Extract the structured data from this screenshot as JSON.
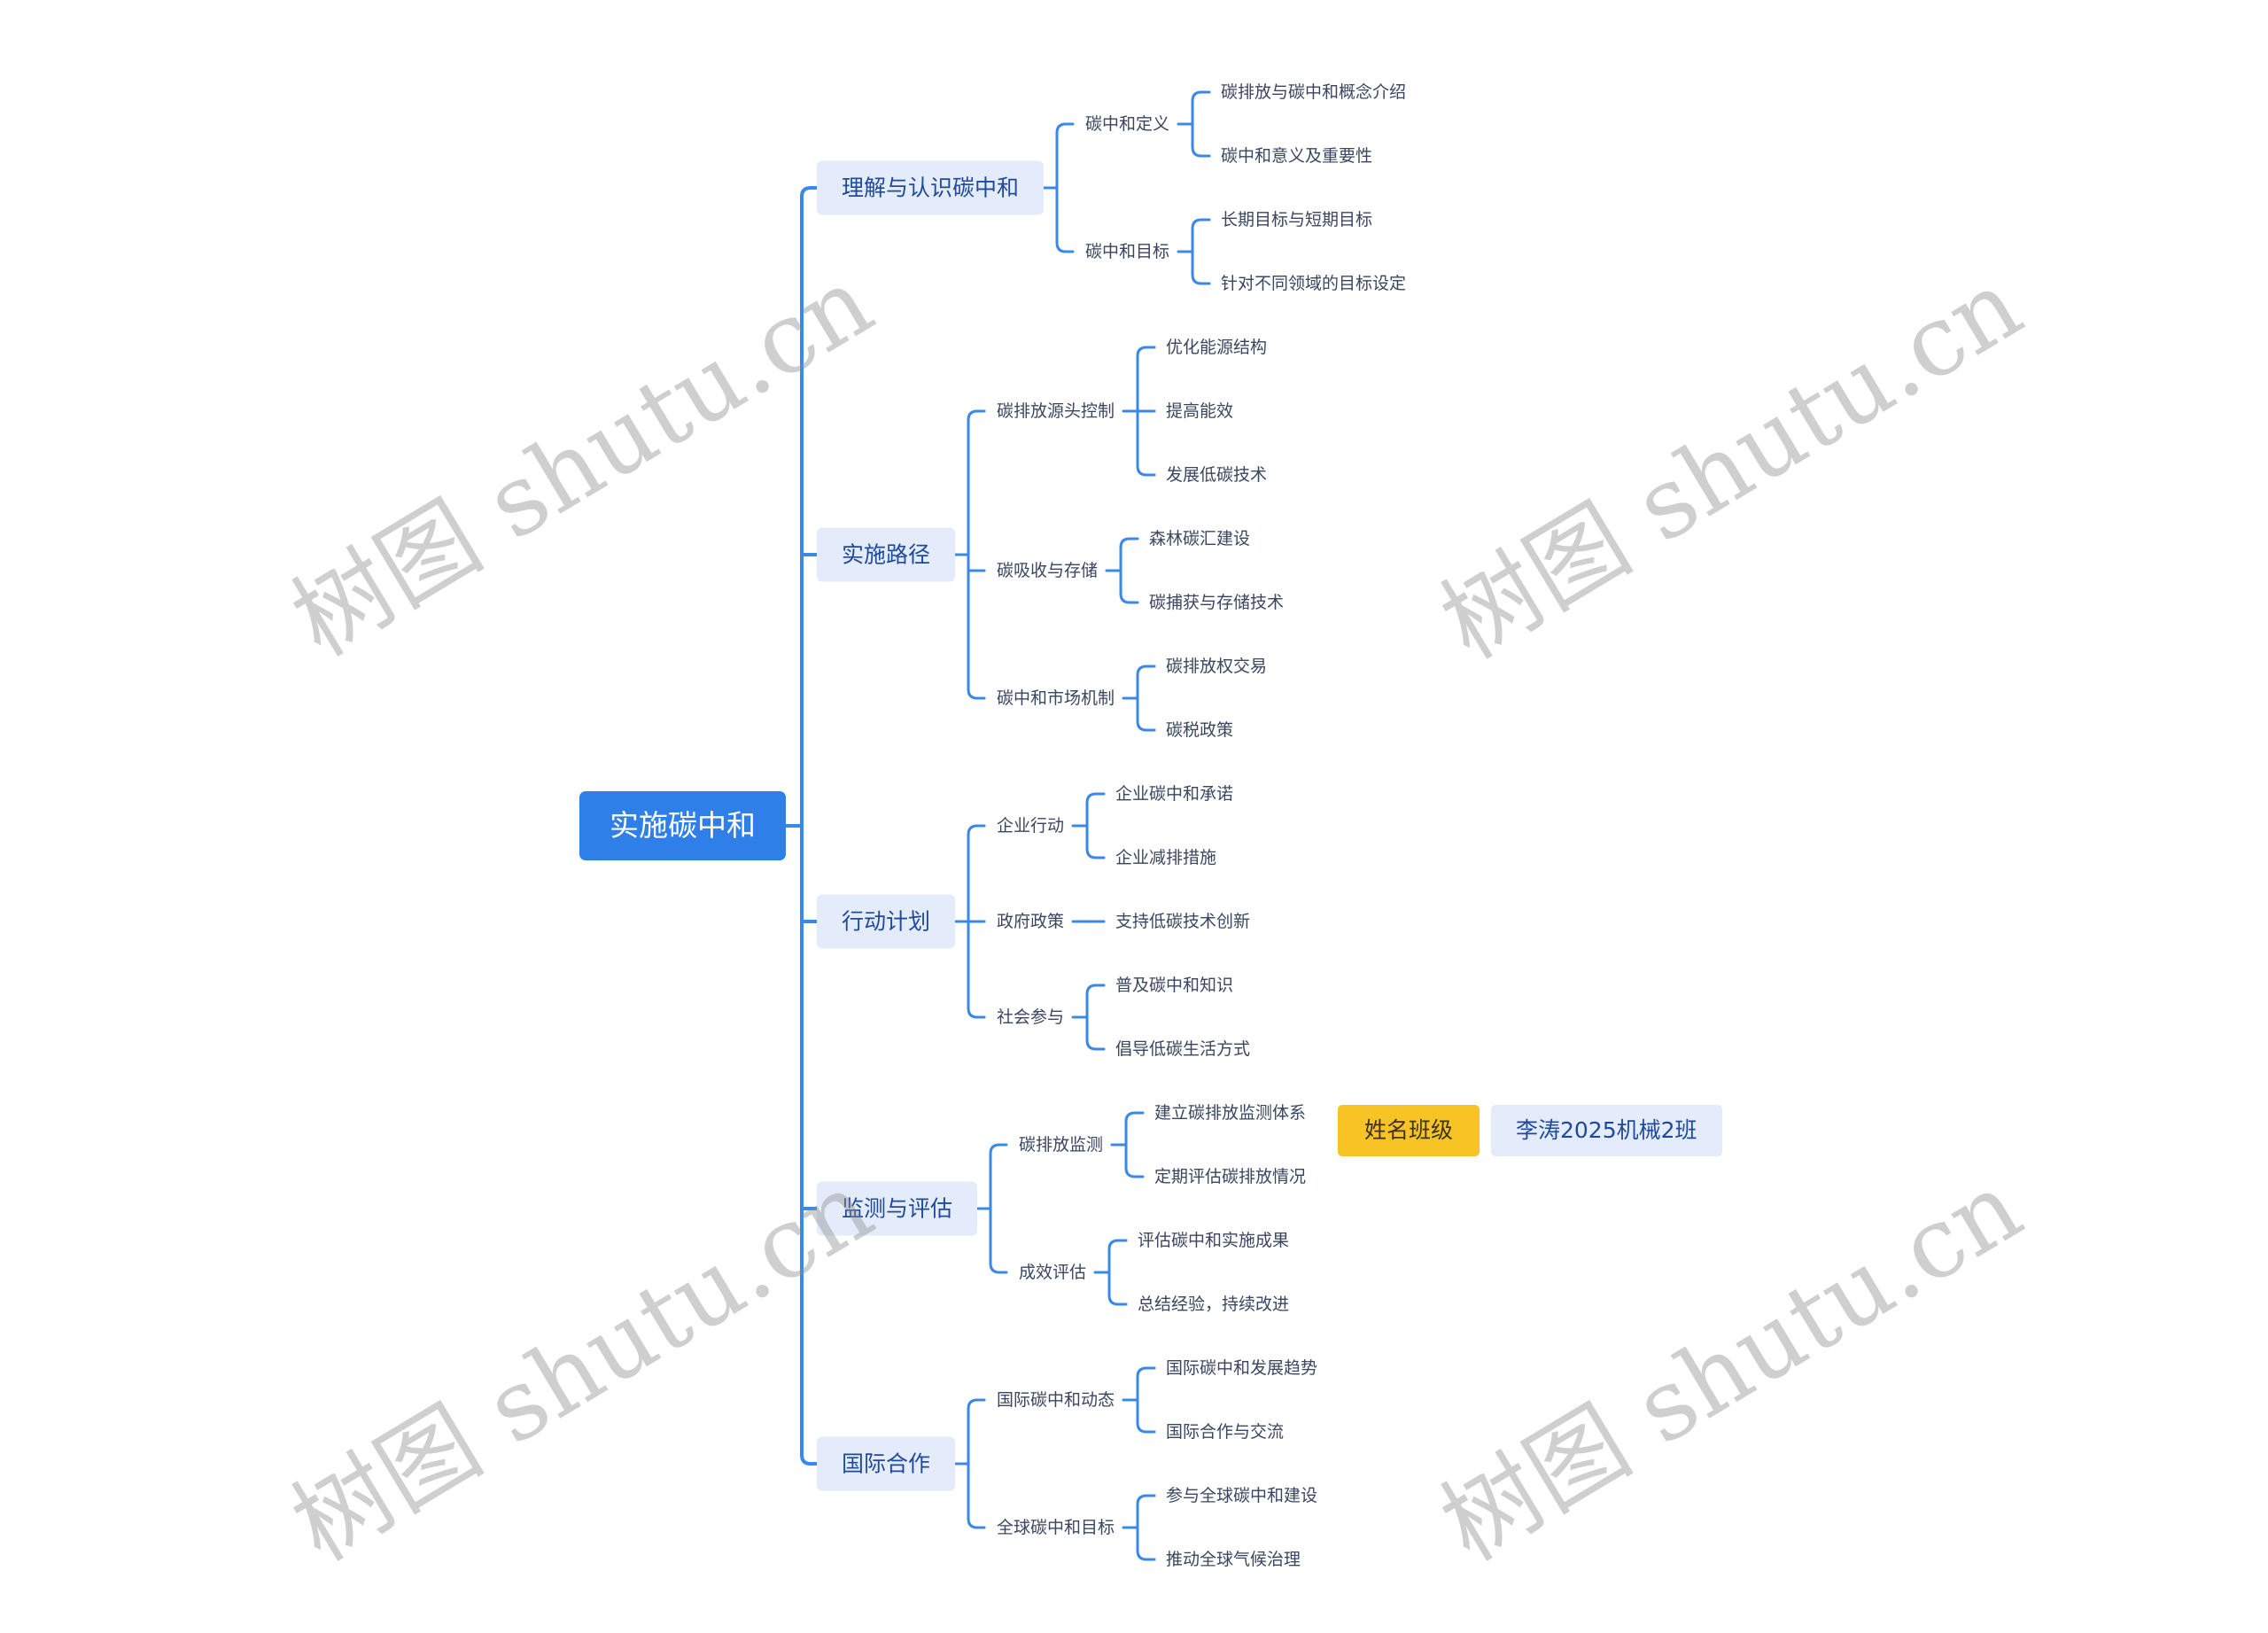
{
  "root": {
    "label": "实施碳中和"
  },
  "branches": [
    {
      "label": "理解与认识碳中和",
      "children": [
        {
          "label": "碳中和定义",
          "children": [
            "碳排放与碳中和概念介绍",
            "碳中和意义及重要性"
          ]
        },
        {
          "label": "碳中和目标",
          "children": [
            "长期目标与短期目标",
            "针对不同领域的目标设定"
          ]
        }
      ]
    },
    {
      "label": "实施路径",
      "children": [
        {
          "label": "碳排放源头控制",
          "children": [
            "优化能源结构",
            "提高能效",
            "发展低碳技术"
          ]
        },
        {
          "label": "碳吸收与存储",
          "children": [
            "森林碳汇建设",
            "碳捕获与存储技术"
          ]
        },
        {
          "label": "碳中和市场机制",
          "children": [
            "碳排放权交易",
            "碳税政策"
          ]
        }
      ]
    },
    {
      "label": "行动计划",
      "children": [
        {
          "label": "企业行动",
          "children": [
            "企业碳中和承诺",
            "企业减排措施"
          ]
        },
        {
          "label": "政府政策",
          "children": [
            "支持低碳技术创新"
          ]
        },
        {
          "label": "社会参与",
          "children": [
            "普及碳中和知识",
            "倡导低碳生活方式"
          ]
        }
      ]
    },
    {
      "label": "监测与评估",
      "children": [
        {
          "label": "碳排放监测",
          "children": [
            "建立碳排放监测体系",
            "定期评估碳排放情况"
          ]
        },
        {
          "label": "成效评估",
          "children": [
            "评估碳中和实施成果",
            "总结经验，持续改进"
          ]
        }
      ]
    },
    {
      "label": "国际合作",
      "children": [
        {
          "label": "国际碳中和动态",
          "children": [
            "国际碳中和发展趋势",
            "国际合作与交流"
          ]
        },
        {
          "label": "全球碳中和目标",
          "children": [
            "参与全球碳中和建设",
            "推动全球气候治理"
          ]
        }
      ]
    }
  ],
  "note": {
    "label": "姓名班级",
    "value": "李涛2025机械2班"
  },
  "watermark": "树图 shutu.cn",
  "colors": {
    "root": "#2f7fe8",
    "line": "#3b88e8",
    "branch_bg": "#e4ecfb",
    "branch_text": "#1f4a9b",
    "leaf_text": "#3a4660",
    "note_bg": "#f7c325",
    "note_text": "#3d3318"
  }
}
